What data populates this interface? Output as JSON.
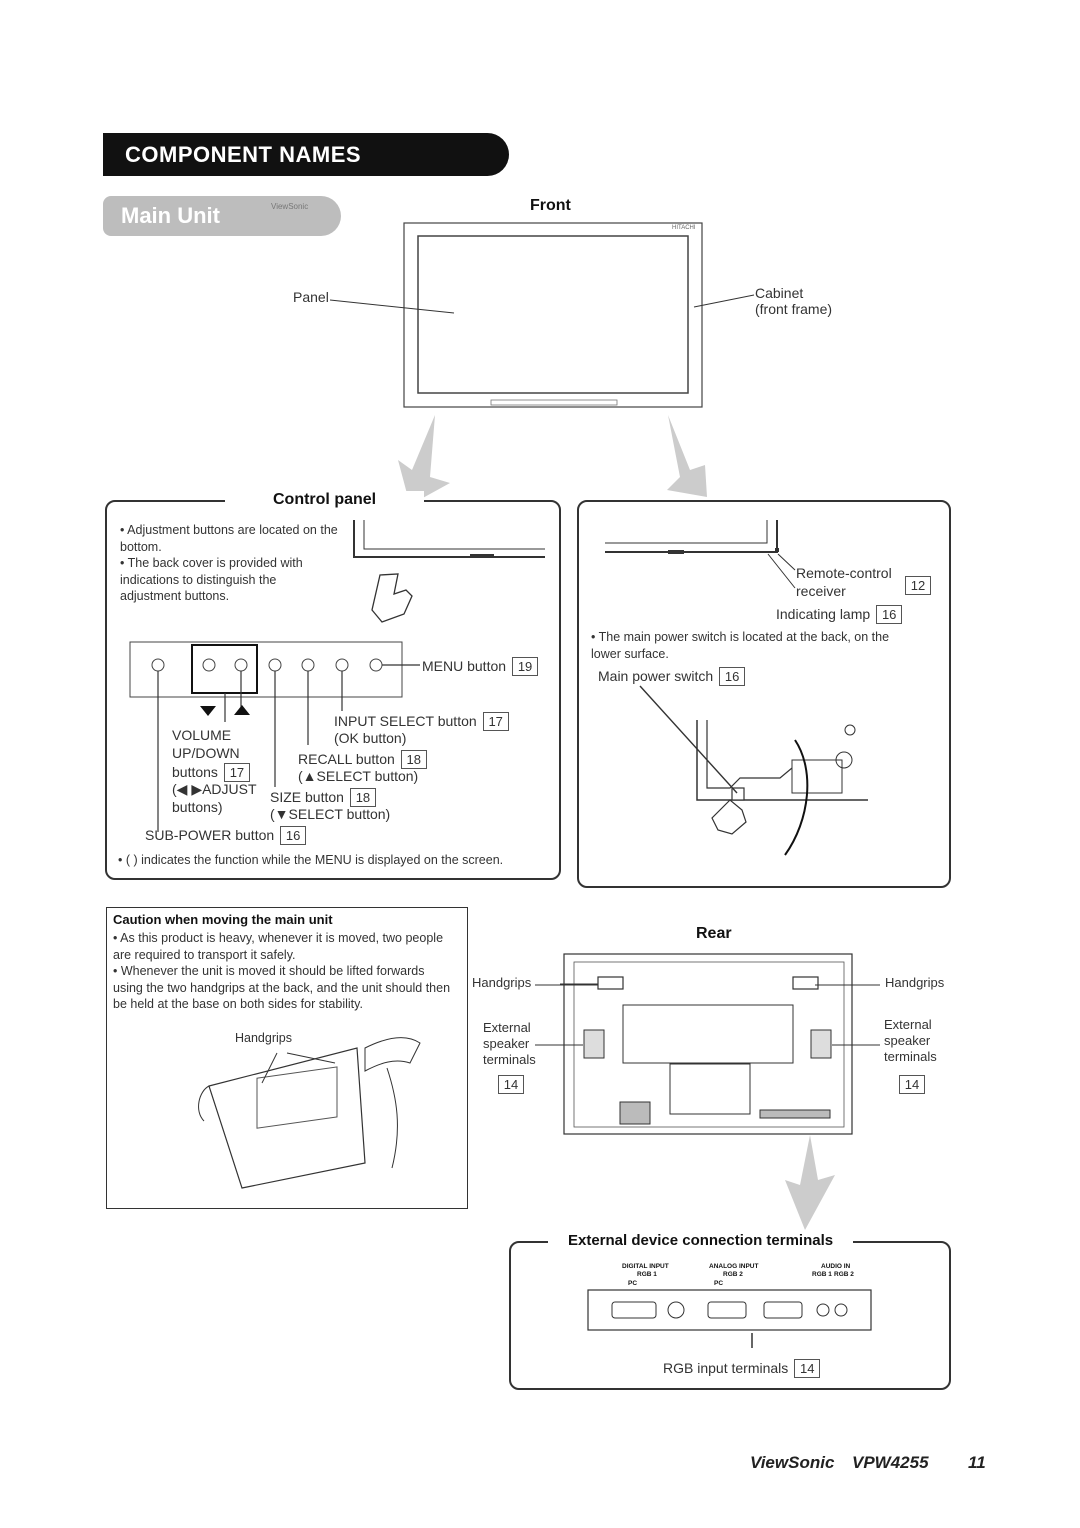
{
  "header": {
    "section_title": "COMPONENT NAMES",
    "subsection_title": "Main Unit"
  },
  "front": {
    "heading": "Front",
    "panel_label": "Panel",
    "cabinet_label_1": "Cabinet",
    "cabinet_label_2": "(front frame)",
    "brand_small": "ViewSonic",
    "corner_mark": "HITACHI"
  },
  "control_panel": {
    "heading": "Control panel",
    "bullets": [
      "Adjustment buttons are located on the bottom.",
      "The back cover is provided with indications to distinguish the adjustment buttons."
    ],
    "menu_button": "MENU button",
    "menu_ref": "19",
    "input_select": "INPUT SELECT button",
    "input_select_ref": "17",
    "ok_button": "(OK button)",
    "volume_1": "VOLUME",
    "volume_2": "UP/DOWN",
    "volume_3": "buttons",
    "volume_ref": "17",
    "adjust_1": "(◀ ▶ADJUST",
    "adjust_2": "buttons)",
    "recall": "RECALL button",
    "recall_ref": "18",
    "select_up": "(▲SELECT button)",
    "size": "SIZE button",
    "size_ref": "18",
    "select_down": "(▼SELECT button)",
    "sub_power": "SUB-POWER button",
    "sub_power_ref": "16",
    "footnote": "• (   ) indicates the function while the MENU is displayed on the screen."
  },
  "right_panel": {
    "remote_1": "Remote-control",
    "remote_2": "receiver",
    "remote_ref": "12",
    "indicating_lamp": "Indicating lamp",
    "indicating_ref": "16",
    "note": "• The main power switch is located at the back, on the lower surface.",
    "main_power": "Main power switch",
    "main_power_ref": "16"
  },
  "caution": {
    "title": "Caution when moving the main unit",
    "bullets": [
      "As this product is heavy, whenever it is moved, two people are required to transport it safely.",
      "Whenever the unit is moved it should be lifted forwards using the two handgrips at the back, and the unit should then be held at the base on both sides for stability."
    ],
    "handgrips": "Handgrips"
  },
  "rear": {
    "heading": "Rear",
    "handgrips_left": "Handgrips",
    "handgrips_right": "Handgrips",
    "ext_left": [
      "External",
      "speaker",
      "terminals"
    ],
    "ext_right": [
      "External",
      "speaker",
      "terminals"
    ],
    "ref_left": "14",
    "ref_right": "14"
  },
  "terminals": {
    "heading": "External device connection terminals",
    "digital_1": "DIGITAL INPUT",
    "digital_2": "RGB 1",
    "analog_1": "ANALOG INPUT",
    "analog_2": "RGB 2",
    "audio": "AUDIO IN",
    "audio_rgb1": "RGB 1",
    "audio_rgb2": "RGB 2",
    "pc1": "PC",
    "pc2": "PC",
    "rgb_input": "RGB input terminals",
    "rgb_ref": "14"
  },
  "footer": {
    "brand": "ViewSonic",
    "model": "VPW4255",
    "page": "11"
  }
}
